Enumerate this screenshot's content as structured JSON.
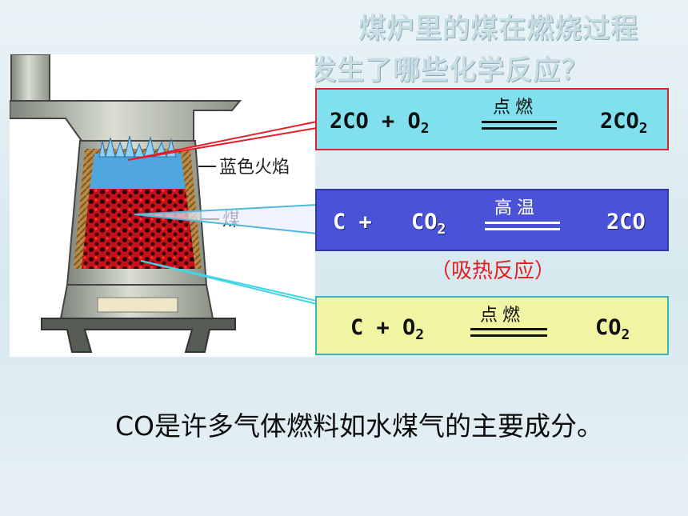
{
  "title": {
    "line1": "煤炉里的煤在燃烧过程",
    "line2": "中，发生了哪些化学反应？"
  },
  "stove": {
    "labels": {
      "flame": "蓝色火焰",
      "coal": "煤"
    }
  },
  "reactions": [
    {
      "left": "2CO + O",
      "left_sub": "2",
      "condition": "点燃",
      "right": "2CO",
      "right_sub": "2"
    },
    {
      "left_a": "C +",
      "left_b": "CO",
      "left_sub": "2",
      "condition": "高温",
      "right": "2CO"
    },
    {
      "left": "C + O",
      "left_sub": "2",
      "condition": "点燃",
      "right": "CO",
      "right_sub": "2"
    }
  ],
  "note": "（吸热反应）",
  "summary": "CO是许多气体燃料如水煤气的主要成分。",
  "colors": {
    "box1_fill": "#80e0ee",
    "box1_border": "#e0202a",
    "box2_fill": "#4a52d6",
    "box3_fill": "#f1f4a2",
    "note": "#e02020"
  }
}
